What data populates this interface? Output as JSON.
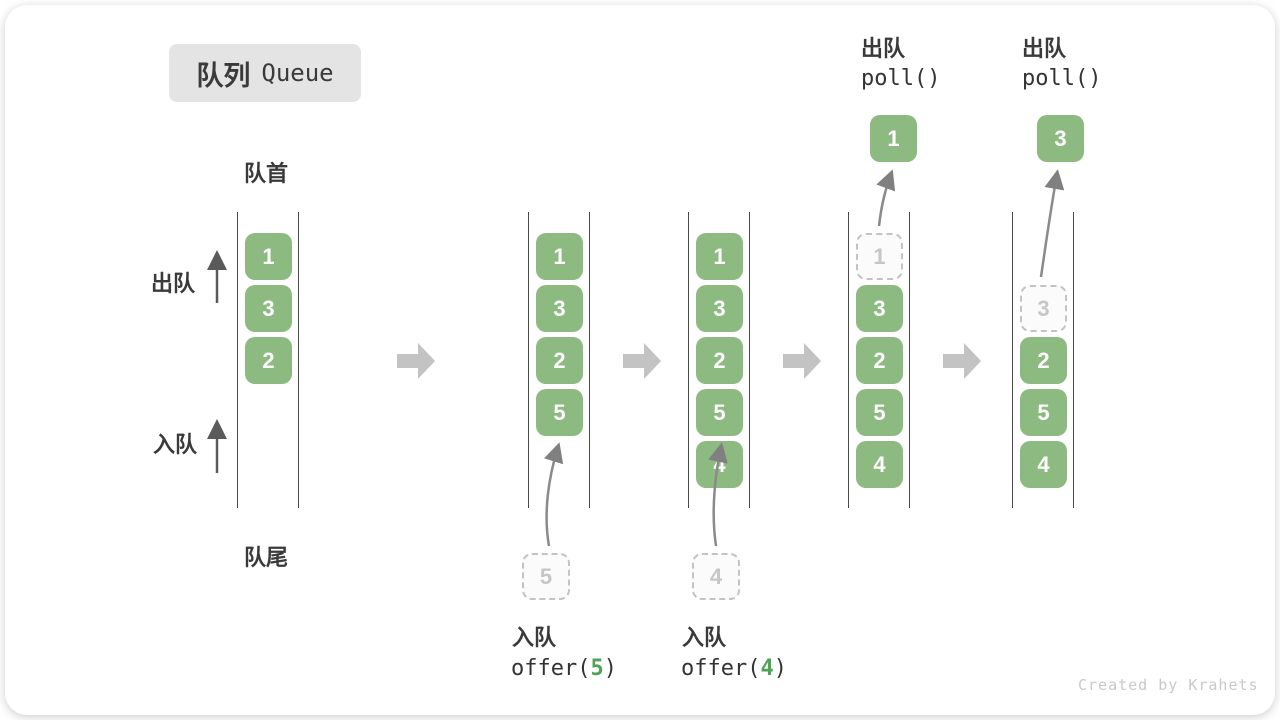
{
  "title": {
    "zh": "队列",
    "en": "Queue"
  },
  "labels": {
    "front": "队首",
    "rear": "队尾",
    "dequeue_side": "出队",
    "enqueue_side": "入队"
  },
  "watermark": "Created by Krahets",
  "colors": {
    "element_green": "#8cba80",
    "code_arg_green": "#4fa356",
    "ghost_gray": "#c6c6c6",
    "block_arrow_gray": "#c3c3c3",
    "column_line": "#4a4a4a"
  },
  "diagram": {
    "type": "queue-operation-sequence",
    "states": [
      {
        "boxes": [
          "1",
          "3",
          "2"
        ]
      },
      {
        "boxes": [
          "1",
          "3",
          "2",
          "5"
        ],
        "incoming": "5",
        "op": {
          "zh": "入队",
          "pre": "offer(",
          "arg": "5",
          "post": ")"
        }
      },
      {
        "boxes": [
          "1",
          "3",
          "2",
          "5",
          "4"
        ],
        "incoming": "4",
        "op": {
          "zh": "入队",
          "pre": "offer(",
          "arg": "4",
          "post": ")"
        }
      },
      {
        "ghost": "1",
        "boxes": [
          "3",
          "2",
          "5",
          "4"
        ],
        "outgoing": "1",
        "op": {
          "zh": "出队",
          "code": "poll()"
        }
      },
      {
        "ghost": "3",
        "boxes": [
          "2",
          "5",
          "4"
        ],
        "outgoing": "3",
        "op": {
          "zh": "出队",
          "code": "poll()"
        }
      }
    ]
  }
}
